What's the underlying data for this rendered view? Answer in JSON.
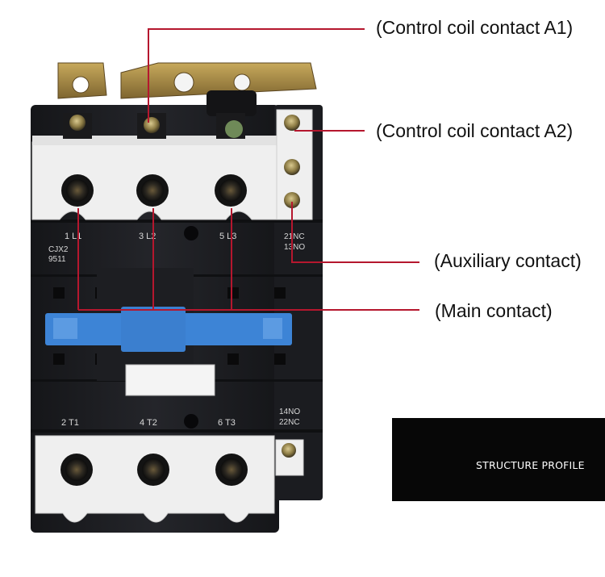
{
  "callouts": {
    "coil_a1": "(Control coil contact A1)",
    "coil_a2": "(Control coil contact A2)",
    "auxiliary": "(Auxiliary contact)",
    "main": "(Main contact)"
  },
  "device": {
    "model_line1": "CJX2",
    "model_line2": "9511",
    "top_terminals": [
      "1 L1",
      "3 L2",
      "5 L3"
    ],
    "bottom_terminals": [
      "2 T1",
      "4 T2",
      "6 T3"
    ],
    "aux_top_line1": "21NC",
    "aux_top_line2": "13NO",
    "aux_bottom_line1": "14NO",
    "aux_bottom_line2": "22NC"
  },
  "profile_label": "STRUCTURE PROFILE",
  "colors": {
    "leader_line": "#b5172e",
    "body": "#1c1d21",
    "cover": "#eeeeee",
    "actuator": "#3d84d6",
    "bracket": "#a8893d"
  }
}
